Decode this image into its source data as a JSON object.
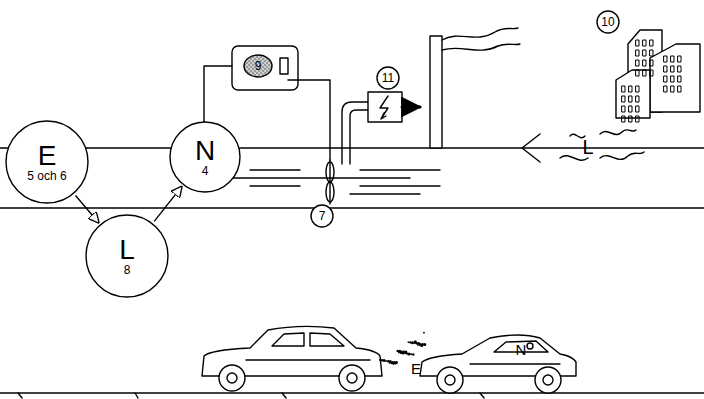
{
  "diagram": {
    "nodes": [
      {
        "text": [
          "E",
          "5 och 6"
        ]
      },
      {
        "text": [
          "N",
          "4"
        ]
      },
      {
        "text": [
          "L",
          "8"
        ]
      }
    ],
    "edges": [
      {
        "from": 0,
        "to": 2,
        "arrow": "to"
      },
      {
        "from": 2,
        "to": 1,
        "arrow": "to"
      }
    ],
    "labels": [
      "10",
      "11",
      "9",
      "7",
      "L",
      "N",
      "E"
    ]
  }
}
